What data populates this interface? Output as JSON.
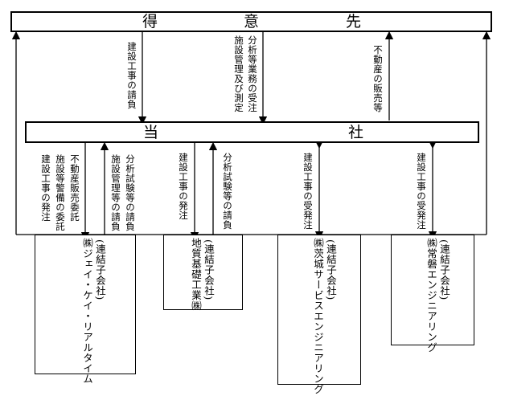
{
  "customers_box": {
    "char1": "得",
    "char2": "意",
    "char3": "先"
  },
  "company_box": {
    "char1": "当",
    "char2": "社"
  },
  "flows": {
    "top_left": "建設工事の請負",
    "top_center_1": "分析等業務の受注",
    "top_center_2": "施設管理及び測定",
    "top_right": "不動産の販売等",
    "sub1_out_1": "建設工事の発注",
    "sub1_out_2": "施設等警備の委託",
    "sub1_out_3": "不動産販売委託",
    "sub1_in_1": "施設管理等の請負",
    "sub1_in_2": "分析試験等の請負",
    "sub2_out": "建設工事の発注",
    "sub2_in": "分析試験等の請負",
    "sub3": "建設工事の受発注",
    "sub4": "建設工事の受発注"
  },
  "subsidiaries": [
    {
      "tag": "(連結子会社)",
      "name": "㈱ジェイ・ケイ・リアルタイム"
    },
    {
      "tag": "(連結子会社)",
      "name": "地質基礎工業㈱"
    },
    {
      "tag": "(連結子会社)",
      "name": "㈱茨城サービスエンジニアリング"
    },
    {
      "tag": "(連結子会社)",
      "name": "㈱常磐エンジニアリング"
    }
  ]
}
